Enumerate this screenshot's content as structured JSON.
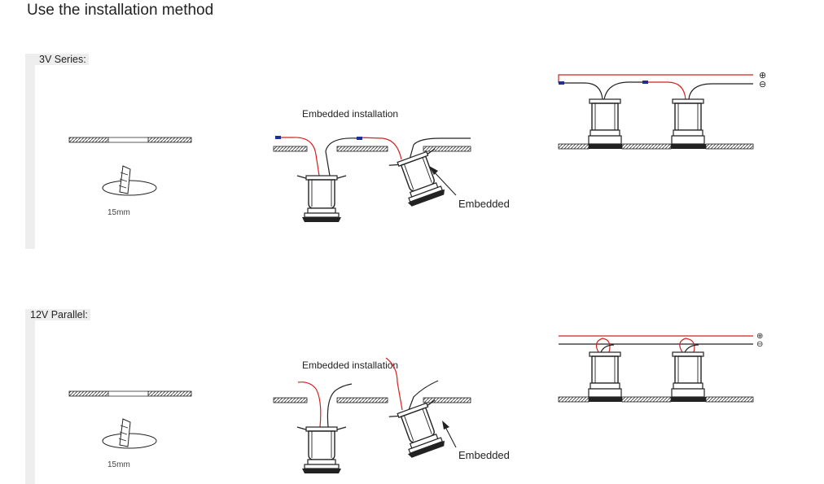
{
  "title": "Use the installation method",
  "sections": [
    {
      "label": "3V Series:",
      "hole_size": "15mm",
      "embedded_caption": "Embedded installation",
      "embedded_arrow_label": "Embedded",
      "polarity_plus": "⊕",
      "polarity_minus": "⊖"
    },
    {
      "label": "12V Parallel:",
      "hole_size": "15mm",
      "embedded_caption": "Embedded installation",
      "embedded_arrow_label": "Embedded",
      "polarity_plus": "⊕",
      "polarity_minus": "⊖"
    }
  ],
  "colors": {
    "wire_positive": "#d42020",
    "wire_negative": "#222222",
    "connector": "#1f2f8f",
    "panel_fill": "#eeeeee"
  }
}
